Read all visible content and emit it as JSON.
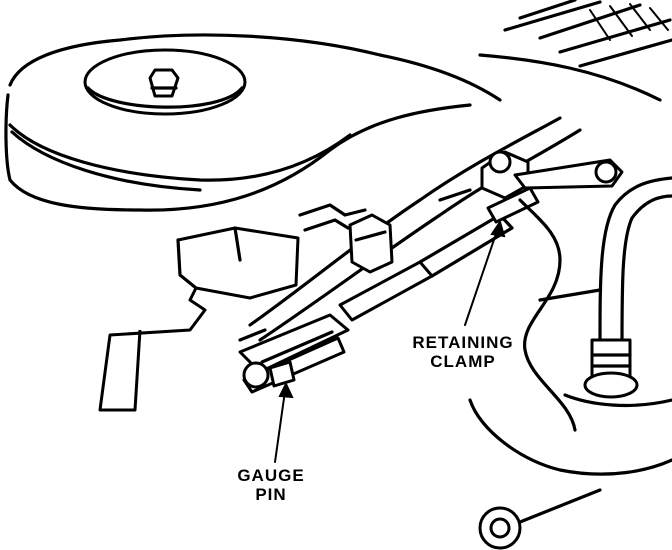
{
  "labels": {
    "retaining_clamp": [
      "RETAINING",
      "CLAMP"
    ],
    "gauge_pin": [
      "GAUGE",
      "PIN"
    ]
  }
}
